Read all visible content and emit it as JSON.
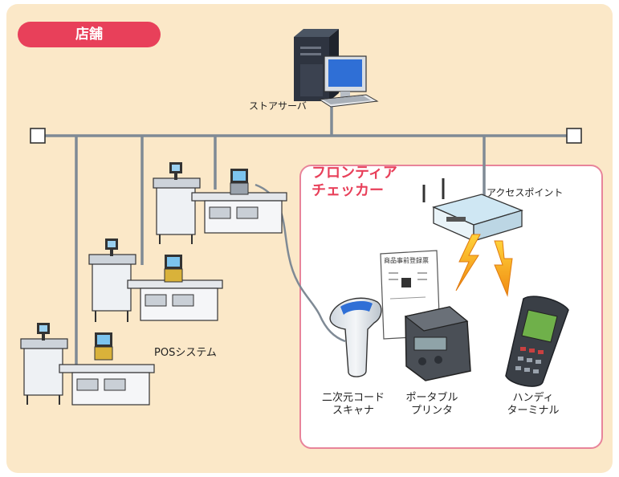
{
  "store": {
    "tag_label": "店舗"
  },
  "labels": {
    "server": "ストアサーバ",
    "access_point": "アクセスポイント",
    "pos_system": "POSシステム"
  },
  "frontier": {
    "title_line1": "フロンティア",
    "title_line2": "チェッカー"
  },
  "devices": {
    "scanner_line1": "二次元コード",
    "scanner_line2": "スキャナ",
    "printer_line1": "ポータブル",
    "printer_line2": "プリンタ",
    "terminal_line1": "ハンディ",
    "terminal_line2": "ターミナル"
  },
  "receipt_title": "商品事前登録票",
  "colors": {
    "background_panel": "#fbe8c8",
    "accent_pink": "#e8405a",
    "network_line": "#7f8a95",
    "lightning": "#f39a1e"
  }
}
